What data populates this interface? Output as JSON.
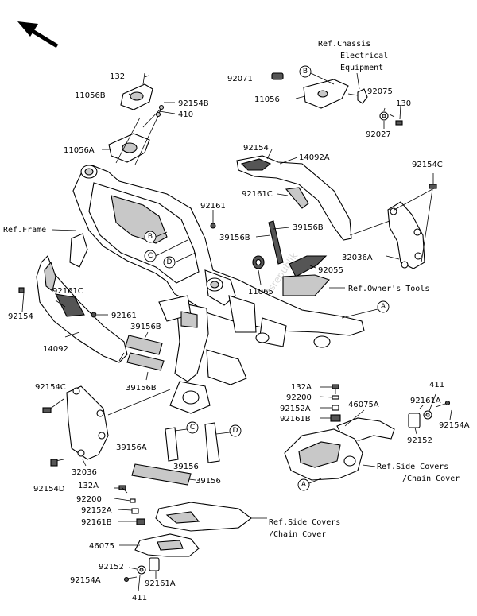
{
  "watermark": "partsrepublik",
  "labels": {
    "l132": "132",
    "l11056B": "11056B",
    "l92154B": "92154B",
    "l410": "410",
    "l11056A": "11056A",
    "l92071": "92071",
    "l11056": "11056",
    "refChassis1": "Ref.Chassis",
    "refChassis2": "Electrical",
    "refChassis3": "Equipment",
    "l92075": "92075",
    "l130": "130",
    "l92027": "92027",
    "l92154_top": "92154",
    "l14092A": "14092A",
    "l92154C_right": "92154C",
    "l92161C_top": "92161C",
    "l92161_top": "92161",
    "refFrame": "Ref.Frame",
    "l39156B_left": "39156B",
    "l39156B_right": "39156B",
    "l32036A": "32036A",
    "l92055": "92055",
    "refOwners": "Ref.Owner's Tools",
    "l92161C_left": "92161C",
    "l11065": "11065",
    "l92154_left": "92154",
    "l92161_mid": "92161",
    "l39156B_mid": "39156B",
    "l14092": "14092",
    "l39156B_low": "39156B",
    "l92154C_left": "92154C",
    "l132A_right": "132A",
    "l92200_right": "92200",
    "l92152A_right": "92152A",
    "l92161B_right": "92161B",
    "l46075A": "46075A",
    "l411_right": "411",
    "l92161A_right": "92161A",
    "l92154A_right": "92154A",
    "l92152_right": "92152",
    "l39156A": "39156A",
    "l39156_mid": "39156",
    "l39156": "39156",
    "l32036": "32036",
    "l92154D": "92154D",
    "refSide1a": "Ref.Side Covers",
    "refSide1b": "/Chain Cover",
    "l132A_left": "132A",
    "l92200_left": "92200",
    "l92152A_left": "92152A",
    "l92161B_left": "92161B",
    "refSide2a": "Ref.Side Covers",
    "refSide2b": "/Chain Cover",
    "l46075": "46075",
    "l92152_left": "92152",
    "l92154A_left": "92154A",
    "l411_left": "411",
    "l92161A_left": "92161A"
  },
  "callouts": {
    "A": "A",
    "B": "B",
    "C": "C",
    "D": "D"
  }
}
